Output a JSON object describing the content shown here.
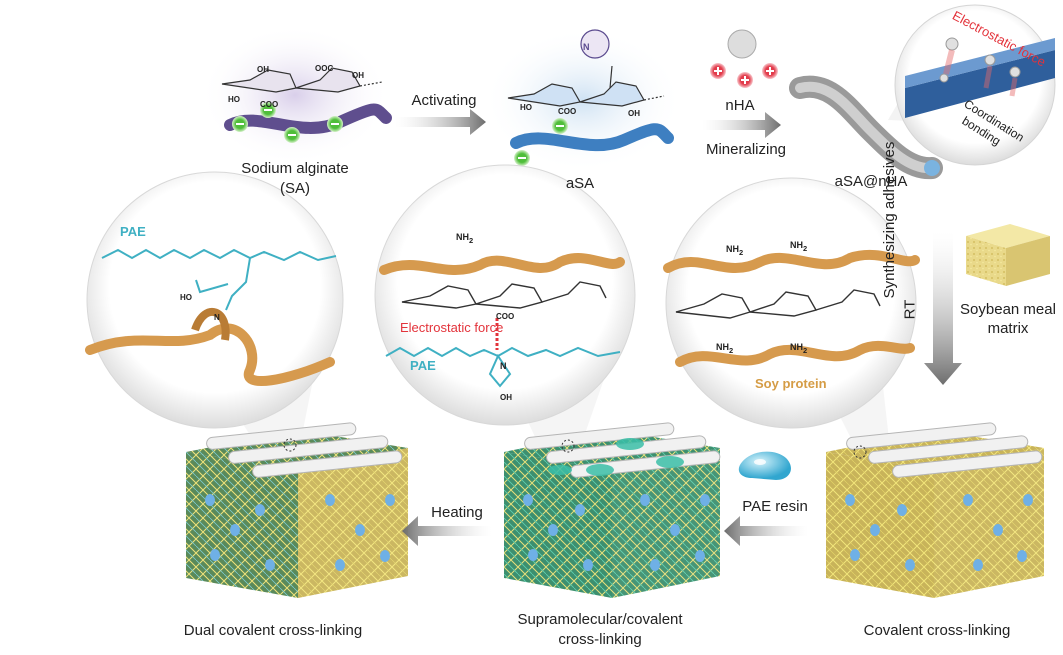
{
  "top_row": {
    "sa_label": "Sodium alginate",
    "sa_label2": "(SA)",
    "activating": "Activating",
    "asa_label": "aSA",
    "nha": "nHA",
    "mineralizing": "Mineralizing",
    "asa_nha_label": "aSA@nHA",
    "electrostatic_force": "Electrostatic force",
    "coordination": "Coordination",
    "bonding": "bonding"
  },
  "right_column": {
    "rt": "RT",
    "synthesizing": "Synthesizing adhesives",
    "soybean_meal": "Soybean meal",
    "matrix": "matrix"
  },
  "bubbles": {
    "left_pae": "PAE",
    "middle_electrostatic": "Electrostatic force",
    "middle_pae": "PAE",
    "right_soy_protein": "Soy protein"
  },
  "chem": {
    "oh": "OH",
    "coo": "COO",
    "nh2": "NH",
    "nh2_sub": "2",
    "ooc": "OOC",
    "n_plus": "N",
    "o": "O",
    "n": "N",
    "h": "H",
    "ho": "HO"
  },
  "bottom_row": {
    "heating": "Heating",
    "pae_resin": "PAE resin",
    "dual_label": "Dual covalent cross-linking",
    "supra_label1": "Supramolecular/covalent",
    "supra_label2": "cross-linking",
    "covalent_label": "Covalent cross-linking"
  },
  "colors": {
    "arrow_gray": "#777777",
    "negative_green": "#4fbe3a",
    "positive_red": "#e23b4b",
    "sa_purple": "#5f4e8e",
    "asa_blue": "#3e7fc1",
    "pae_cyan": "#3fb0c3",
    "protein_orange": "#d69a4e",
    "electrostatic_red": "#e3333b",
    "soy_protein_text": "#d59c45"
  }
}
